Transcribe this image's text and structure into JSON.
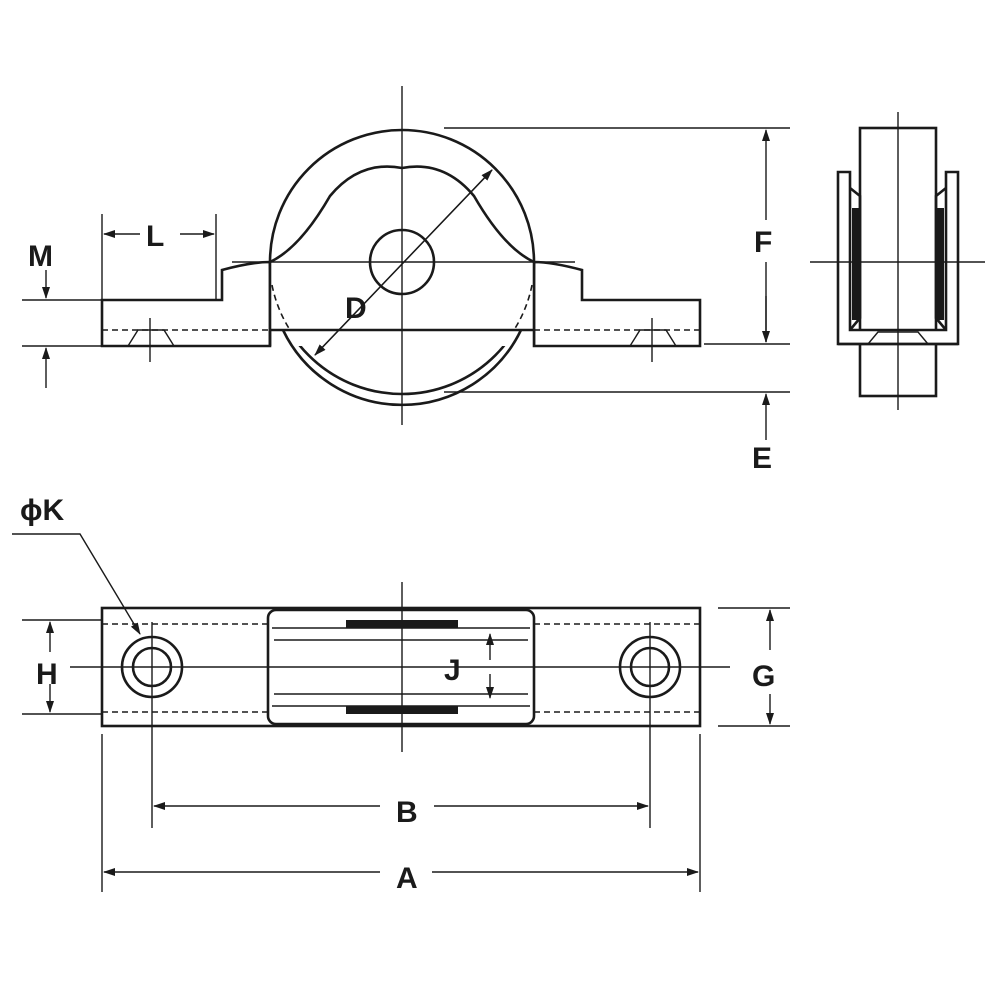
{
  "labels": {
    "A": "A",
    "B": "B",
    "D": "D",
    "E": "E",
    "F": "F",
    "G": "G",
    "H": "H",
    "J": "J",
    "K": "ϕK",
    "L": "L",
    "M": "M"
  },
  "colors": {
    "line": "#1a1a1a",
    "background": "#ffffff"
  }
}
